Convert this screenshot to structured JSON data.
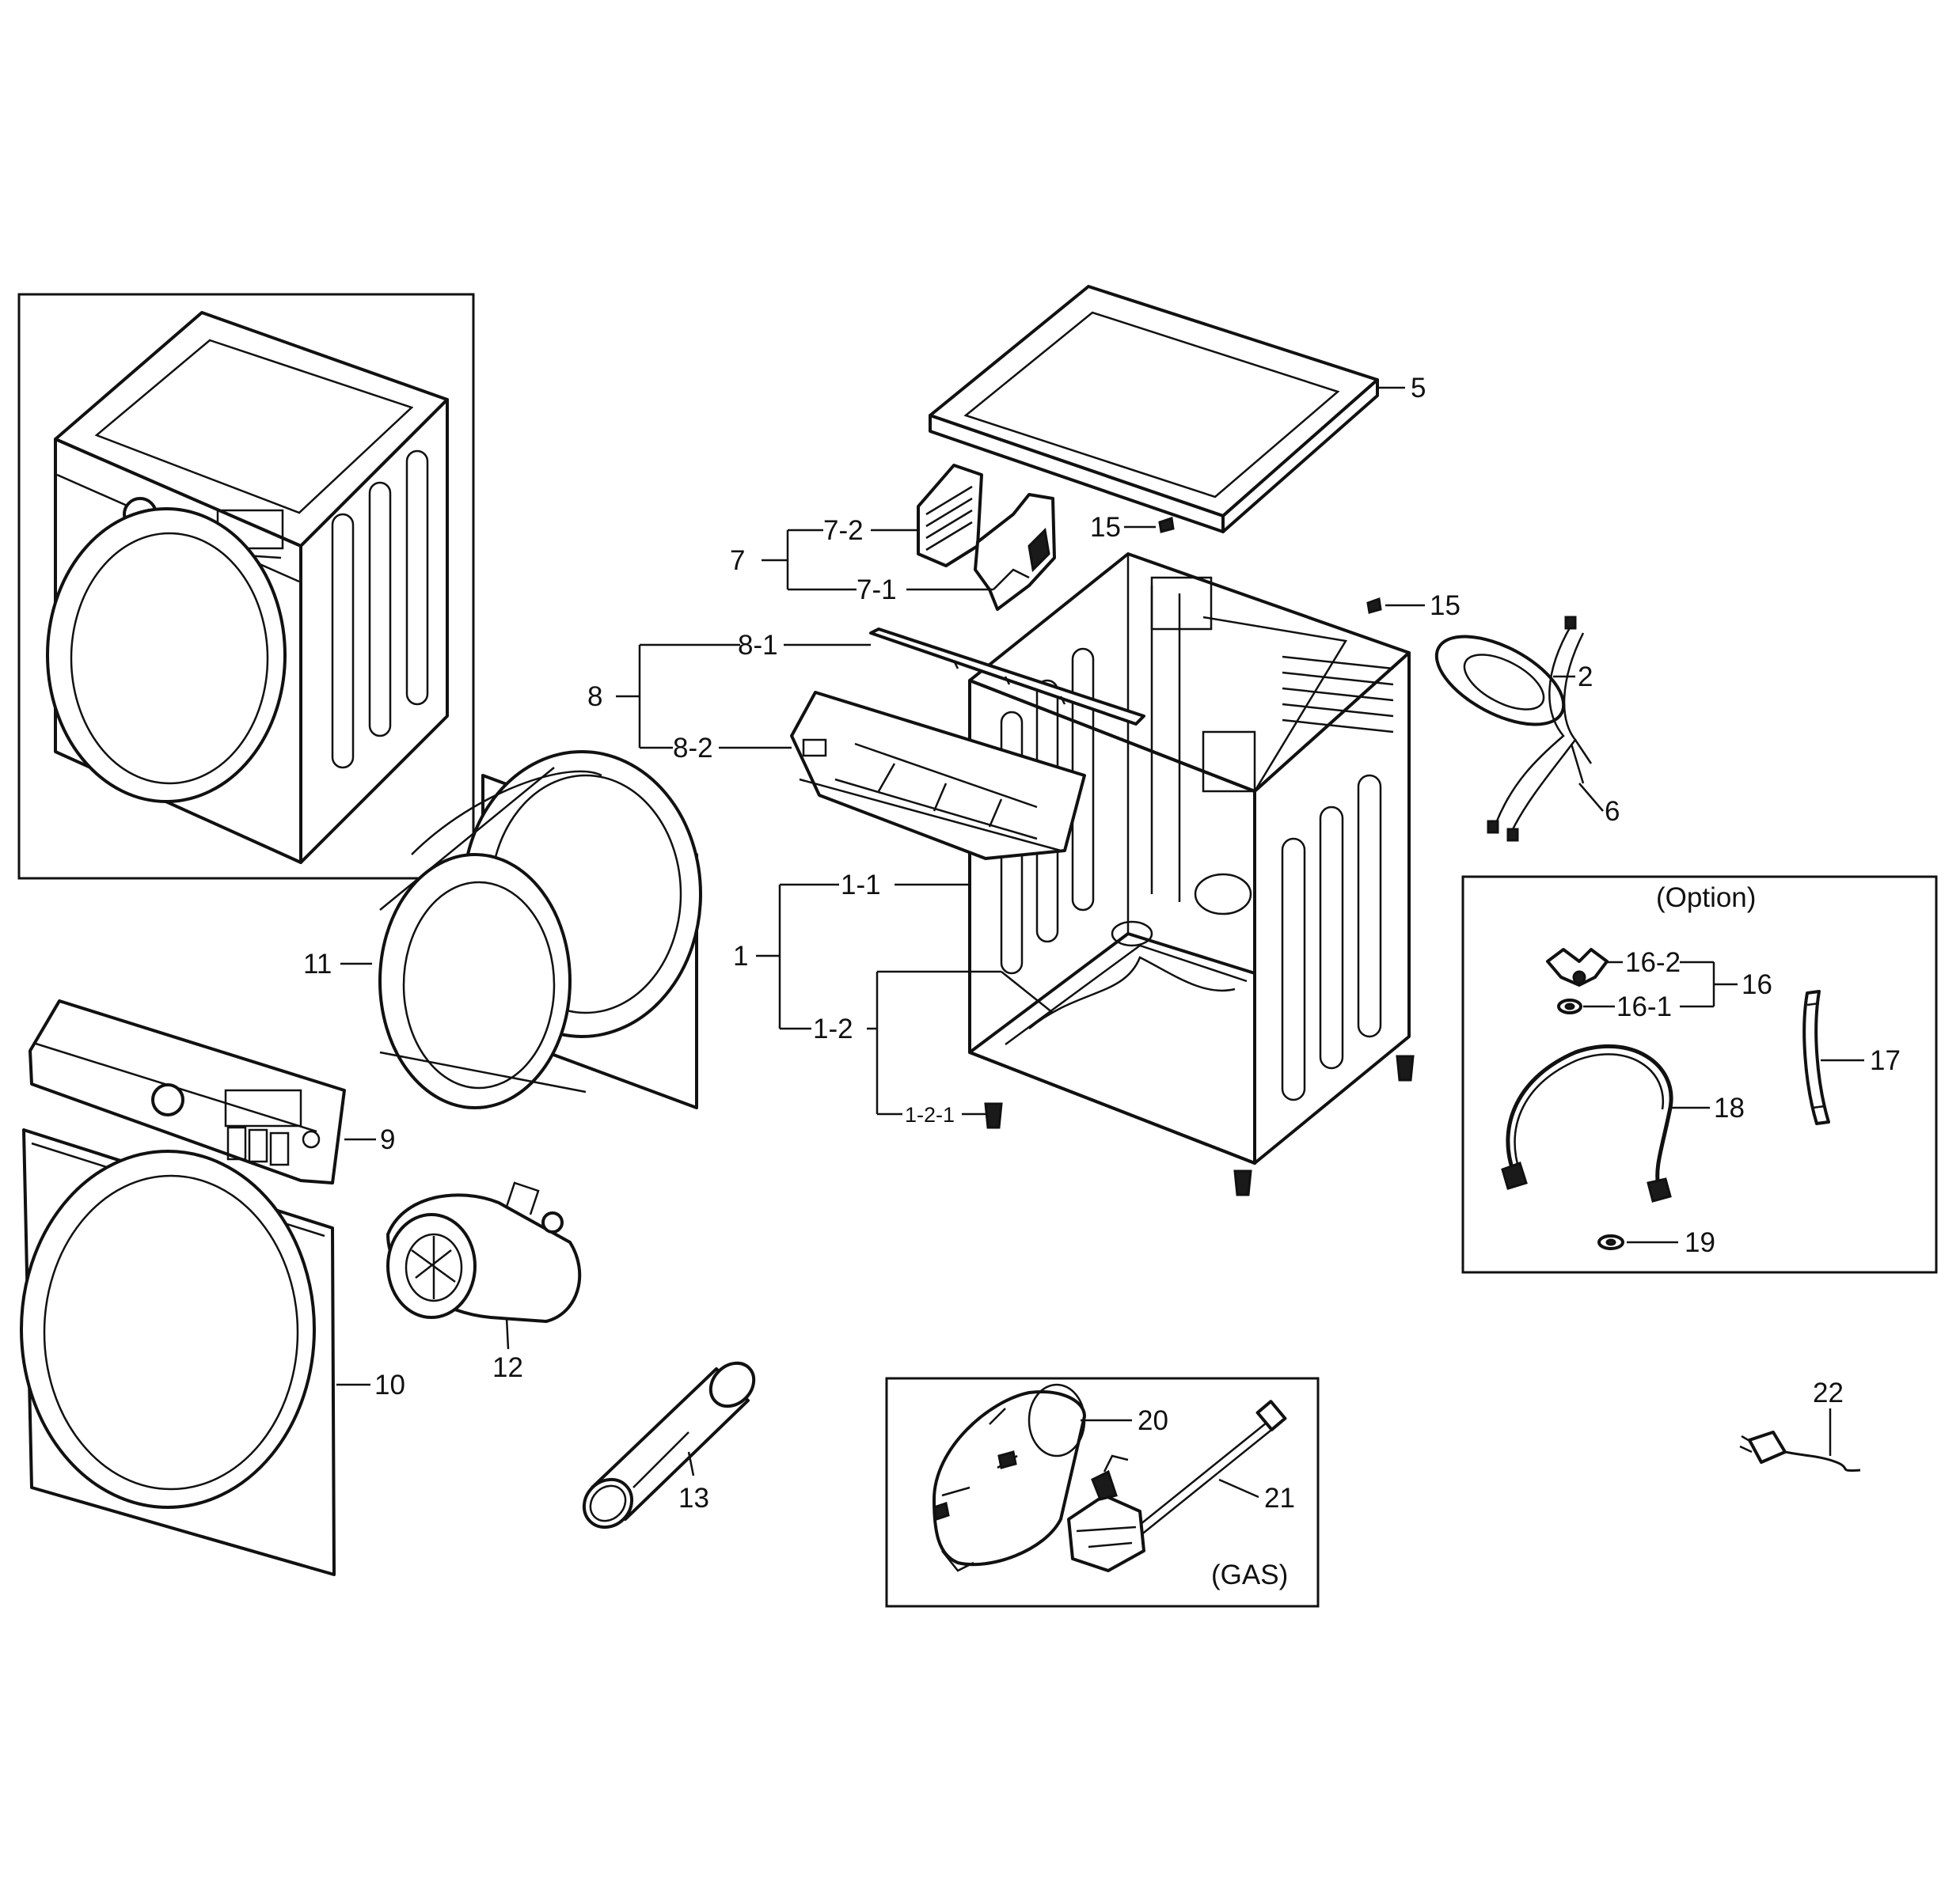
{
  "boxes": {
    "option": "(Option)",
    "gas": "(GAS)"
  },
  "callouts": {
    "c1": "1",
    "c1_1": "1-1",
    "c1_2": "1-2",
    "c1_2_1": "1-2-1",
    "c2": "2",
    "c5": "5",
    "c6": "6",
    "c7": "7",
    "c7_1": "7-1",
    "c7_2": "7-2",
    "c8": "8",
    "c8_1": "8-1",
    "c8_2": "8-2",
    "c9": "9",
    "c10": "10",
    "c11": "11",
    "c12": "12",
    "c13": "13",
    "c15a": "15",
    "c15b": "15",
    "c16": "16",
    "c16_1": "16-1",
    "c16_2": "16-2",
    "c17": "17",
    "c18": "18",
    "c19": "19",
    "c20": "20",
    "c21": "21",
    "c22": "22"
  }
}
